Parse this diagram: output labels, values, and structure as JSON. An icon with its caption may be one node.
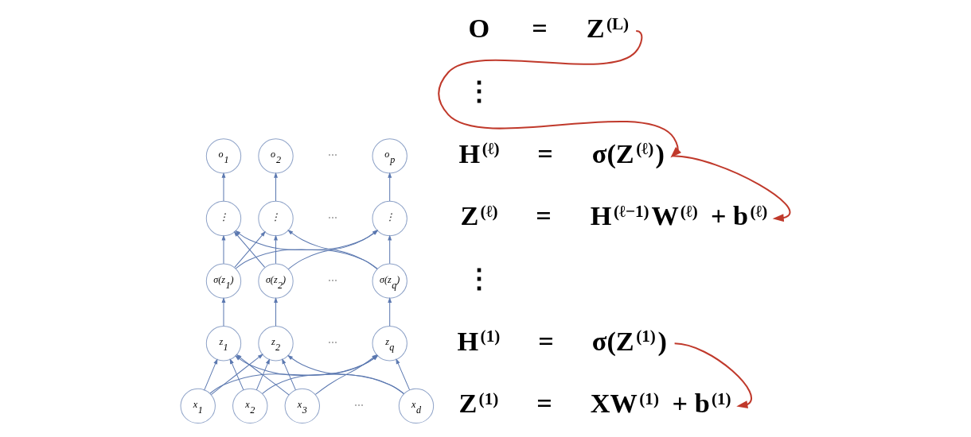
{
  "diagram": {
    "nodes": [
      {
        "text": [
          "o$_{1}$"
        ]
      },
      {
        "text": [
          "o$_{2}$"
        ]
      },
      {
        "text": [
          "o$_{p}$"
        ]
      },
      {
        "text": [
          "⋮"
        ]
      },
      {
        "text": [
          "⋮"
        ]
      },
      {
        "text": [
          "⋮"
        ]
      },
      {
        "text": [
          "σ(z$_{1}$)"
        ]
      },
      {
        "text": [
          "σ(z$_{2}$)"
        ]
      },
      {
        "text": [
          "σ(z$_{q}$)"
        ]
      },
      {
        "text": [
          "z$_{1}$"
        ]
      },
      {
        "text": [
          "z$_{2}$"
        ]
      },
      {
        "text": [
          "z$_{q}$"
        ]
      },
      {
        "text": [
          "x$_{1}$"
        ]
      },
      {
        "text": [
          "x$_{2}$"
        ]
      },
      {
        "text": [
          "x$_{3}$"
        ]
      },
      {
        "text": [
          "x$_{d}$"
        ]
      },
      {
        "text": [
          "Z$^{(L)}$"
        ]
      },
      {
        "text": [
          "σ(Z$^{(ℓ)}$)"
        ]
      },
      {
        "text": [
          "H$^{(ℓ−1)}$W$^{(ℓ)}$ + b$^{(ℓ)}$"
        ]
      },
      {
        "text": [
          "σ(Z$^{(1)}$)"
        ]
      },
      {
        "text": [
          "XW$^{(1)}$ + b$^{(1)}$"
        ]
      }
    ],
    "edges": [
      {
        "from": 12,
        "to": 9,
        "arrow": "to"
      },
      {
        "from": 12,
        "to": 10,
        "arrow": "to"
      },
      {
        "from": 12,
        "to": 11,
        "arrow": "to"
      },
      {
        "from": 13,
        "to": 9,
        "arrow": "to"
      },
      {
        "from": 13,
        "to": 10,
        "arrow": "to"
      },
      {
        "from": 13,
        "to": 11,
        "arrow": "to"
      },
      {
        "from": 14,
        "to": 9,
        "arrow": "to"
      },
      {
        "from": 14,
        "to": 10,
        "arrow": "to"
      },
      {
        "from": 14,
        "to": 11,
        "arrow": "to"
      },
      {
        "from": 15,
        "to": 9,
        "arrow": "to"
      },
      {
        "from": 15,
        "to": 10,
        "arrow": "to"
      },
      {
        "from": 15,
        "to": 11,
        "arrow": "to"
      },
      {
        "from": 9,
        "to": 6,
        "arrow": "to"
      },
      {
        "from": 10,
        "to": 7,
        "arrow": "to"
      },
      {
        "from": 11,
        "to": 8,
        "arrow": "to"
      },
      {
        "from": 6,
        "to": 3,
        "arrow": "to"
      },
      {
        "from": 6,
        "to": 4,
        "arrow": "to"
      },
      {
        "from": 6,
        "to": 5,
        "arrow": "to"
      },
      {
        "from": 7,
        "to": 3,
        "arrow": "to"
      },
      {
        "from": 7,
        "to": 4,
        "arrow": "to"
      },
      {
        "from": 7,
        "to": 5,
        "arrow": "to"
      },
      {
        "from": 8,
        "to": 3,
        "arrow": "to"
      },
      {
        "from": 8,
        "to": 4,
        "arrow": "to"
      },
      {
        "from": 8,
        "to": 5,
        "arrow": "to"
      },
      {
        "from": 3,
        "to": 0,
        "arrow": "to"
      },
      {
        "from": 4,
        "to": 1,
        "arrow": "to"
      },
      {
        "from": 5,
        "to": 2,
        "arrow": "to"
      },
      {
        "from": 16,
        "to": 17,
        "arrow": "to",
        "color": "#c0392b"
      },
      {
        "from": 17,
        "to": 18,
        "arrow": "to",
        "color": "#c0392b"
      },
      {
        "from": 19,
        "to": 20,
        "arrow": "to",
        "color": "#c0392b"
      }
    ],
    "labels": [
      "⋯",
      "⋯",
      "⋯",
      "⋯",
      "⋯",
      "O",
      "=",
      "⋮",
      "H$^{(ℓ)}$",
      "=",
      "Z$^{(ℓ)}$",
      "=",
      "⋮",
      "H$^{(1)}$",
      "=",
      "Z$^{(1)}$",
      "="
    ]
  }
}
